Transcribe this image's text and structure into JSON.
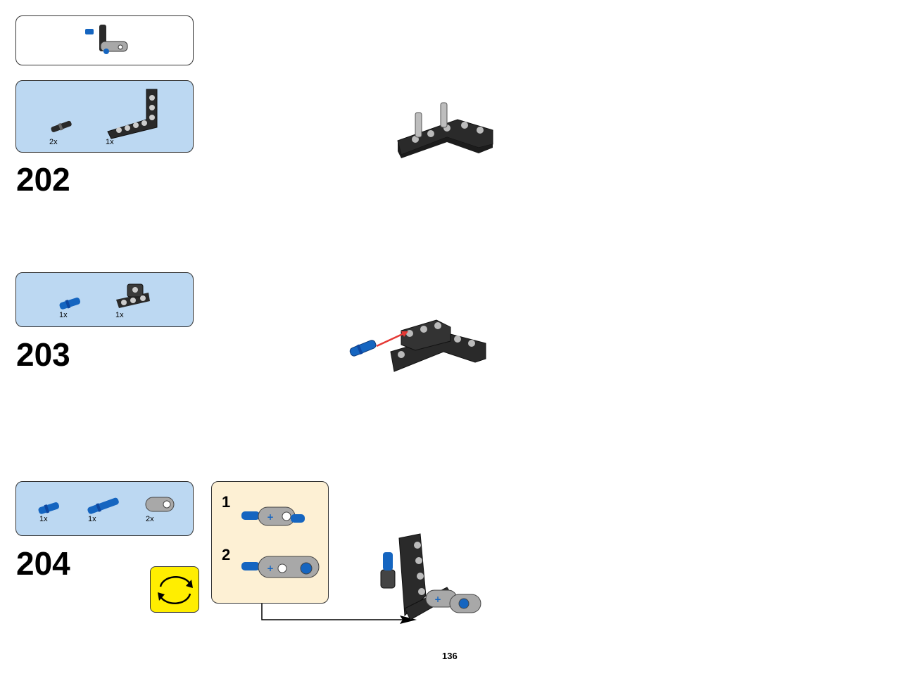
{
  "page_number": "136",
  "colors": {
    "parts_background": "#bcd8f2",
    "substep_background": "#fdf0d4",
    "rotate_background": "#ffee00",
    "blue_part": "#1565c0",
    "black_part": "#2a2a2a",
    "gray_part": "#a8a8a8",
    "arrow_red": "#e53935"
  },
  "subassembly_preview": {
    "icon": "subassembly-preview-icon"
  },
  "steps": [
    {
      "number": "202",
      "parts": [
        {
          "qty": "2x",
          "icon": "black-pin-icon"
        },
        {
          "qty": "1x",
          "icon": "black-l-beam-icon"
        }
      ]
    },
    {
      "number": "203",
      "parts": [
        {
          "qty": "1x",
          "icon": "blue-pin-icon"
        },
        {
          "qty": "1x",
          "icon": "black-bracket-icon"
        }
      ]
    },
    {
      "number": "204",
      "parts": [
        {
          "qty": "1x",
          "icon": "blue-pin-icon"
        },
        {
          "qty": "1x",
          "icon": "blue-axle-pin-icon"
        },
        {
          "qty": "2x",
          "icon": "gray-connector-icon"
        }
      ],
      "substeps": [
        {
          "number": "1"
        },
        {
          "number": "2"
        }
      ],
      "rotate_icon": "rotate-icon"
    }
  ]
}
